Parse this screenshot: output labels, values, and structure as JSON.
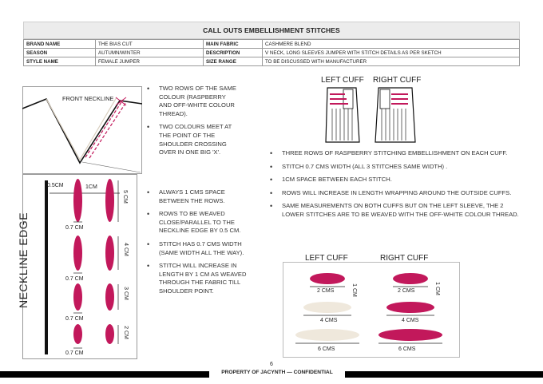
{
  "header": {
    "title": "CALL OUTS EMBELLISHMENT STITCHES",
    "rows": [
      {
        "k1": "BRAND NAME",
        "v1": "THE BIAS CUT",
        "k2": "MAIN FABRIC",
        "v2": "CASHMERE BLEND"
      },
      {
        "k1": "SEASON",
        "v1": "AUTUMN/WINTER",
        "k2": "DESCRIPTION",
        "v2": "V NECK, LONG SLEEVES JUMPER WITH STITCH DETAILS AS PER SKETCH"
      },
      {
        "k1": "STYLE NAME",
        "v1": "FEMALE JUMPER",
        "k2": "SIZE RANGE",
        "v2": "TO BE DISCUSSED WITH MANUFACTURER"
      }
    ]
  },
  "neckline_sketch": {
    "label": "FRONT NECKLINE"
  },
  "neckline_notes": [
    "TWO ROWS OF THE SAME COLOUR (RASPBERRY AND OFF-WHITE COLOUR THREAD).",
    "TWO COLOURS MEET AT THE POINT OF THE SHOULDER CROSSING OVER IN ONE BIG 'X'."
  ],
  "stitch_diagram": {
    "edge_label": "NECKLINE EDGE",
    "offset_label": "0.5CM",
    "gap_label": "1CM",
    "width_labels": [
      "0.7 CM",
      "0.7 CM",
      "0.7 CM",
      "0.7 CM"
    ],
    "length_labels": [
      "5 CM",
      "4 CM",
      "3 CM",
      "2 CM"
    ]
  },
  "stitch_notes": [
    "ALWAYS 1 CMS SPACE BETWEEN THE ROWS.",
    "ROWS TO BE WEAVED CLOSE/PARALLEL TO THE NECKLINE EDGE BY 0.5 CM.",
    "STITCH HAS 0.7 CMS WIDTH (SAME WIDTH ALL THE WAY).",
    "STITCH WILL INCREASE IN LENGTH BY 1 CM AS WEAVED THROUGH THE FABRIC TILL SHOULDER POINT."
  ],
  "cuff_sketch": {
    "left_label": "LEFT CUFF",
    "right_label": "RIGHT CUFF"
  },
  "cuff_notes": [
    "THREE ROWS OF RASPBERRY STITCHING EMBELLISHMENT ON EACH CUFF.",
    "STITCH 0.7 CMS WIDTH (ALL 3 STITCHES SAME WIDTH) .",
    "1CM SPACE BETWEEN EACH STITCH.",
    "ROWS WILL INCREASE IN LENGTH WRAPPING AROUND THE OUTSIDE CUFFS.",
    "SAME MEASUREMENTS ON BOTH CUFFS BUT ON THE LEFT SLEEVE, THE 2 LOWER STITCHES ARE TO BE WEAVED WITH THE OFF-WHITE COLOUR THREAD."
  ],
  "cuff_diagram": {
    "left_label": "LEFT CUFF",
    "right_label": "RIGHT CUFF",
    "left_lengths": [
      "2 CMS",
      "4 CMS",
      "6 CMS"
    ],
    "right_lengths": [
      "2 CMS",
      "4 CMS",
      "6 CMS"
    ],
    "left_width": "1 CM",
    "right_width": "1 CM"
  },
  "colors": {
    "raspberry": "#c2185b",
    "off_white": "#efe8dc"
  },
  "footer": {
    "page_number": "6",
    "text": "PROPERTY OF JACYNTH — CONFIDENTIAL"
  }
}
